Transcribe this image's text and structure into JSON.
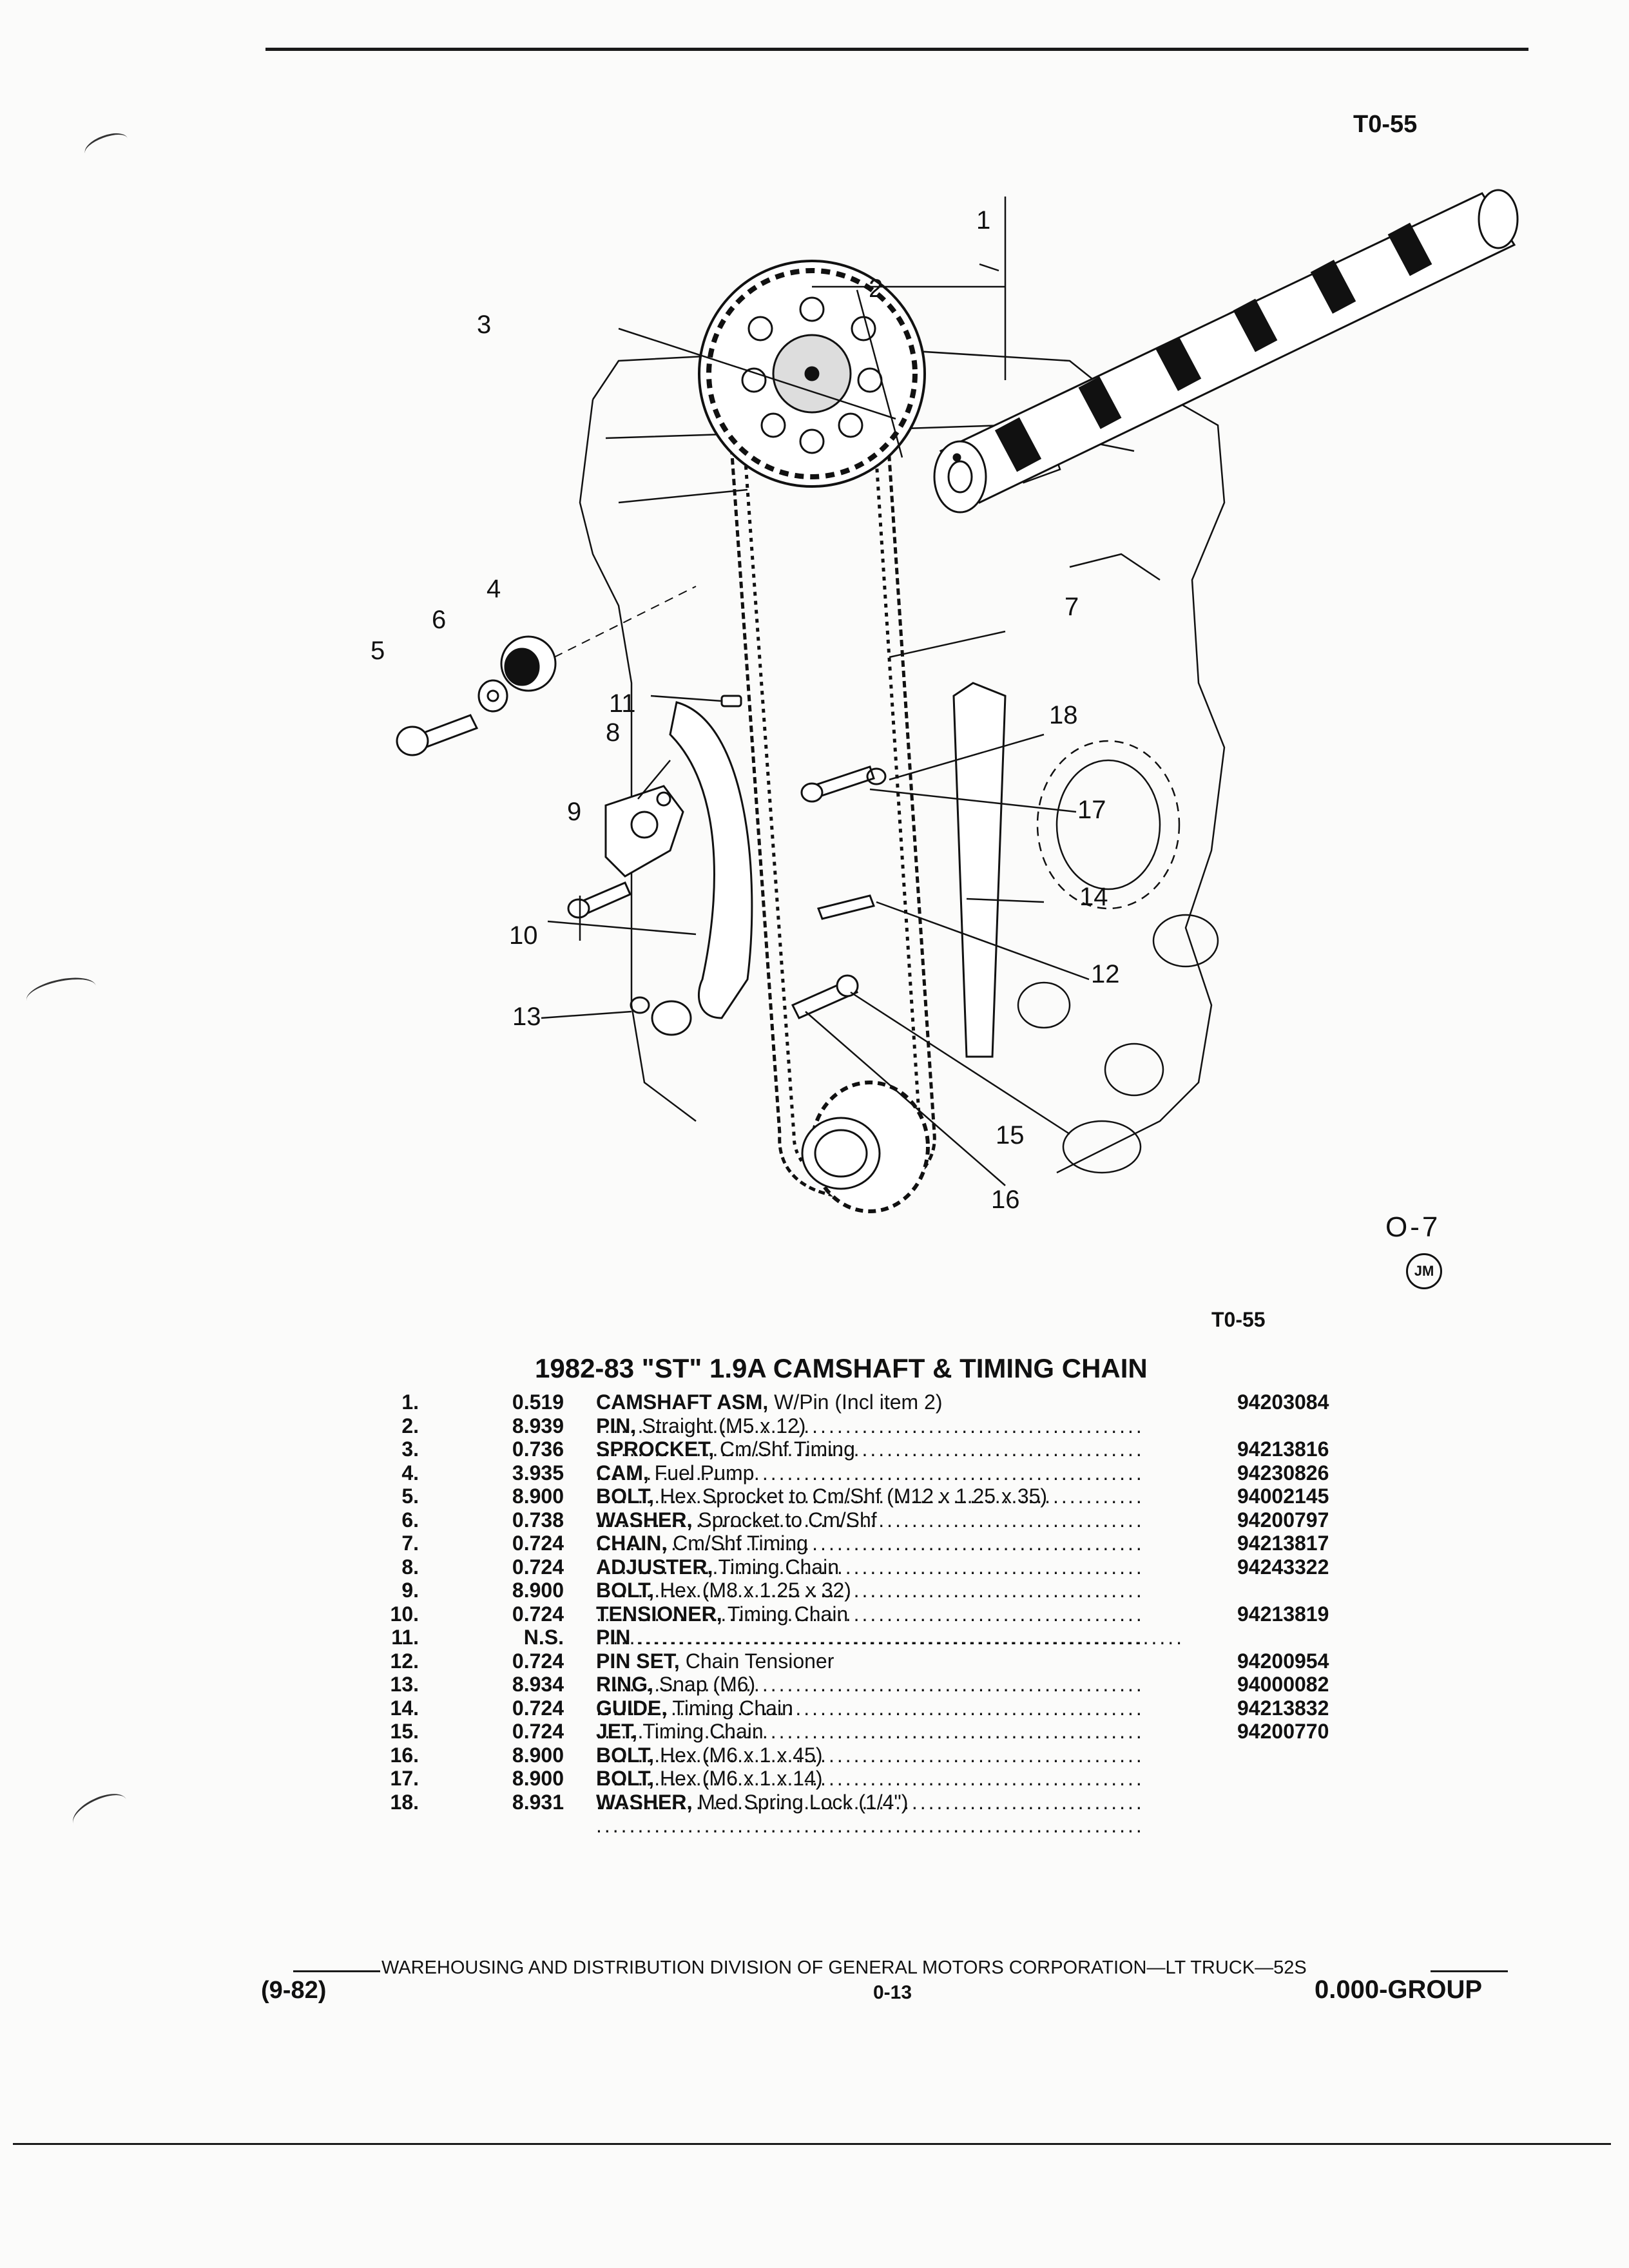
{
  "header": {
    "figure_code_top": "T0-55"
  },
  "diagram": {
    "callouts": [
      "1",
      "2",
      "3",
      "4",
      "5",
      "6",
      "7",
      "8",
      "9",
      "10",
      "11",
      "12",
      "13",
      "14",
      "15",
      "16",
      "17",
      "18"
    ],
    "section_ref": "O-7",
    "stamp_text": "JM",
    "figure_code_bottom": "T0-55"
  },
  "parts_table": {
    "title": "1982-83 \"ST\" 1.9A CAMSHAFT & TIMING CHAIN",
    "rows": [
      {
        "num": "1.",
        "group": "0.519",
        "name": "CAMSHAFT ASM,",
        "desc": "W/Pin (Incl item 2)",
        "part": "94203084"
      },
      {
        "num": "2.",
        "group": "8.939",
        "name": "PIN,",
        "desc": "Straight (M5 x 12)",
        "part": ""
      },
      {
        "num": "3.",
        "group": "0.736",
        "name": "SPROCKET,",
        "desc": "Cm/Shf Timing",
        "part": "94213816"
      },
      {
        "num": "4.",
        "group": "3.935",
        "name": "CAM,",
        "desc": "Fuel Pump",
        "part": "94230826"
      },
      {
        "num": "5.",
        "group": "8.900",
        "name": "BOLT,",
        "desc": "Hex Sprocket to Cm/Shf (M12 x 1.25 x 35)",
        "part": "94002145"
      },
      {
        "num": "6.",
        "group": "0.738",
        "name": "WASHER,",
        "desc": "Sprocket to Cm/Shf",
        "part": "94200797"
      },
      {
        "num": "7.",
        "group": "0.724",
        "name": "CHAIN,",
        "desc": "Cm/Shf Timing",
        "part": "94213817"
      },
      {
        "num": "8.",
        "group": "0.724",
        "name": "ADJUSTER,",
        "desc": "Timing Chain",
        "part": "94243322"
      },
      {
        "num": "9.",
        "group": "8.900",
        "name": "BOLT,",
        "desc": "Hex (M8 x 1.25 x 32)",
        "part": ""
      },
      {
        "num": "10.",
        "group": "0.724",
        "name": "TENSIONER,",
        "desc": "Timing Chain",
        "part": "94213819"
      },
      {
        "num": "11.",
        "group": "N.S.",
        "name": "PIN",
        "desc": "",
        "part": ""
      },
      {
        "num": "12.",
        "group": "0.724",
        "name": "PIN SET,",
        "desc": "Chain Tensioner",
        "part": "94200954"
      },
      {
        "num": "13.",
        "group": "8.934",
        "name": "RING,",
        "desc": "Snap (M6)",
        "part": "94000082"
      },
      {
        "num": "14.",
        "group": "0.724",
        "name": "GUIDE,",
        "desc": "Timing Chain",
        "part": "94213832"
      },
      {
        "num": "15.",
        "group": "0.724",
        "name": "JET,",
        "desc": "Timing Chain",
        "part": "94200770"
      },
      {
        "num": "16.",
        "group": "8.900",
        "name": "BOLT,",
        "desc": "Hex (M6 x 1 x 45)",
        "part": ""
      },
      {
        "num": "17.",
        "group": "8.900",
        "name": "BOLT,",
        "desc": "Hex (M6 x 1 x 14)",
        "part": ""
      },
      {
        "num": "18.",
        "group": "8.931",
        "name": "WASHER,",
        "desc": "Med Spring Lock (1/4\")",
        "part": ""
      }
    ]
  },
  "footer": {
    "division_line": "WAREHOUSING AND DISTRIBUTION  DIVISION OF GENERAL MOTORS CORPORATION—LT TRUCK—52S",
    "date": "(9-82)",
    "page": "0-13",
    "group": "0.000-GROUP"
  }
}
